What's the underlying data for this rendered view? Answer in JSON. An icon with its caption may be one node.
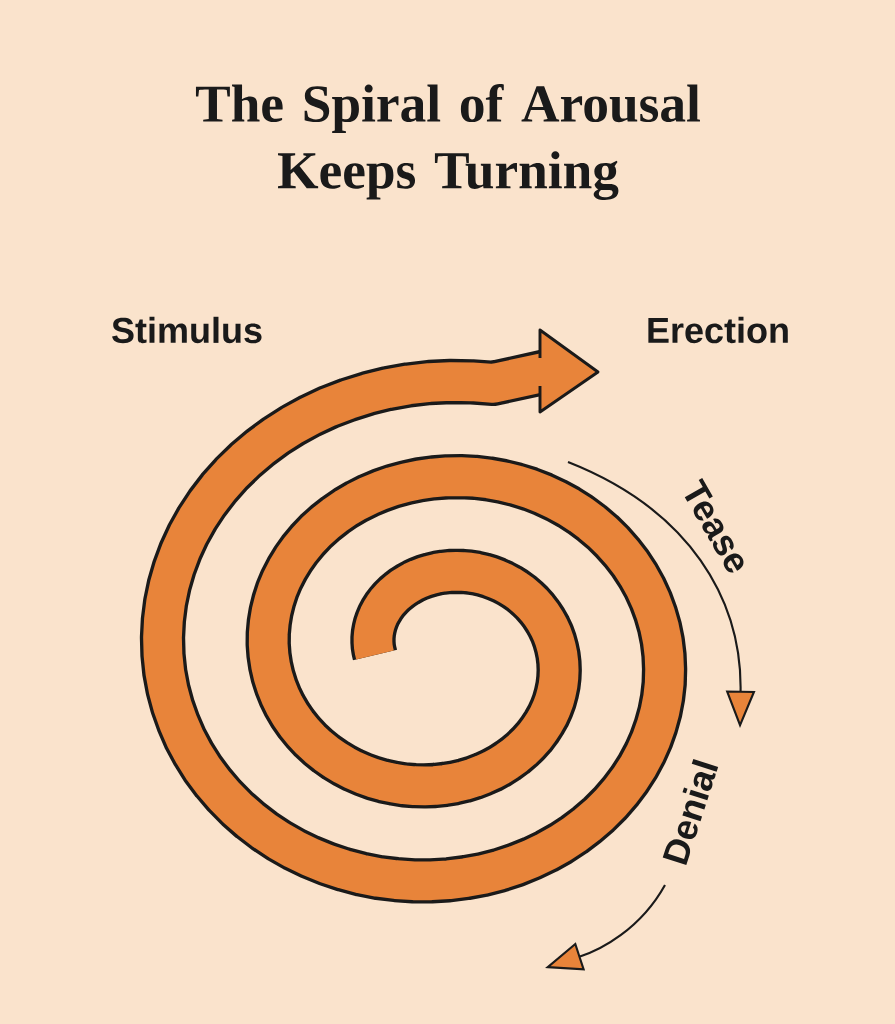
{
  "diagram": {
    "title": "The Spiral of Arousal Keeps Turning",
    "labels": [
      "Stimulus",
      "Erection",
      "Tease",
      "Denial"
    ]
  }
}
